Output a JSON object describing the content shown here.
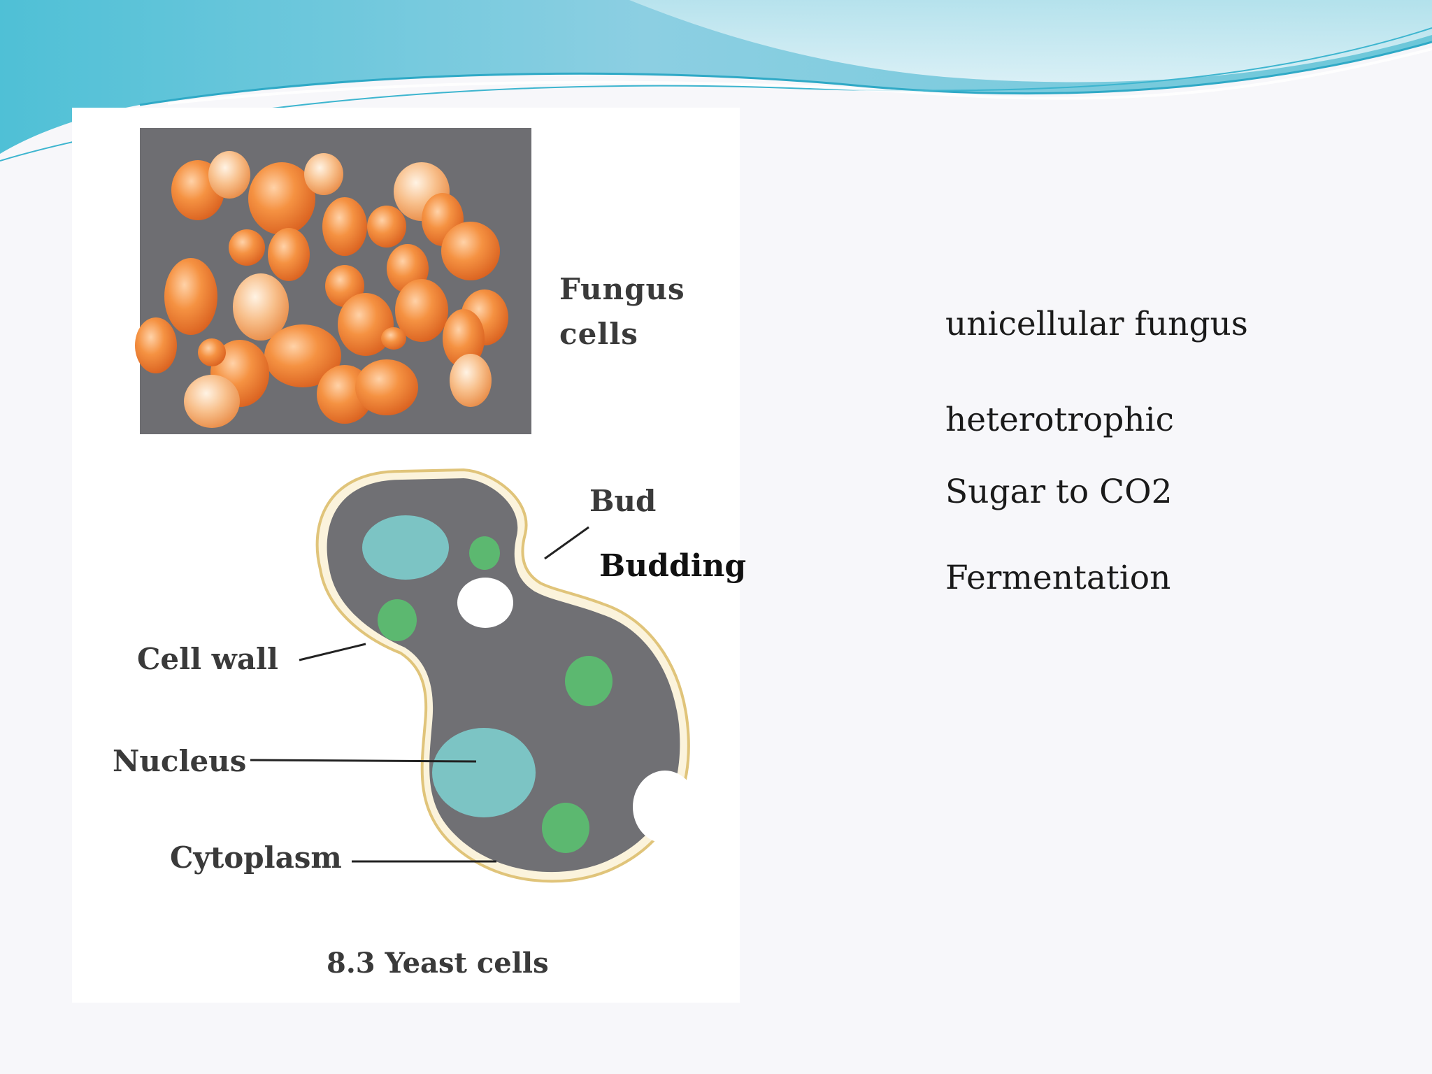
{
  "figure": {
    "fungus_label_line1": "Fungus",
    "fungus_label_line2": "cells",
    "bud_label": "Bud",
    "budding_label": "Budding",
    "cell_wall_label": "Cell wall",
    "nucleus_label": "Nucleus",
    "cytoplasm_label": "Cytoplasm",
    "caption": "8.3 Yeast cells"
  },
  "bullets": [
    "unicellular fungus",
    "heterotrophic",
    "Sugar to CO2",
    "Fermentation"
  ],
  "colors": {
    "wave_light": "#a6d9e6",
    "wave_teal": "#5fc6d6",
    "micrograph_bg": "#6e6e72",
    "yeast_orange": "#f08a3c",
    "cell_cytoplasm": "#707074",
    "cell_wall": "#e8d29a",
    "nucleus": "#7cc4c4",
    "organelle_green": "#5cb870",
    "vacuole": "#ffffff"
  }
}
